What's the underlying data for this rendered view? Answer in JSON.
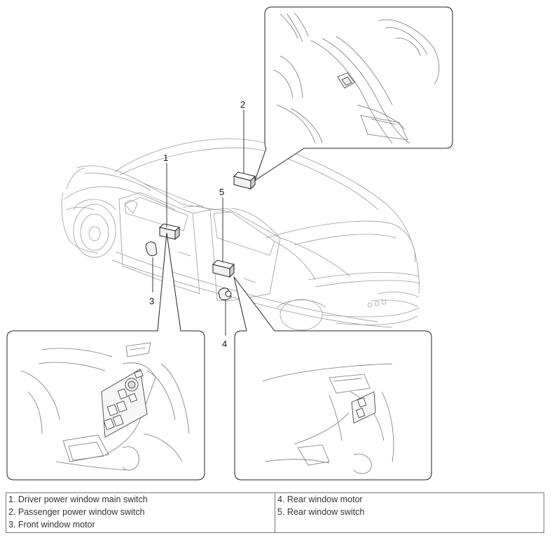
{
  "callouts": {
    "c1": "1",
    "c2": "2",
    "c3": "3",
    "c4": "4",
    "c5": "5"
  },
  "legend": {
    "left": [
      "1. Driver power window main switch",
      "2. Passenger power window switch",
      "3. Front window motor"
    ],
    "right": [
      "4. Rear window motor",
      "5. Rear window switch"
    ]
  }
}
